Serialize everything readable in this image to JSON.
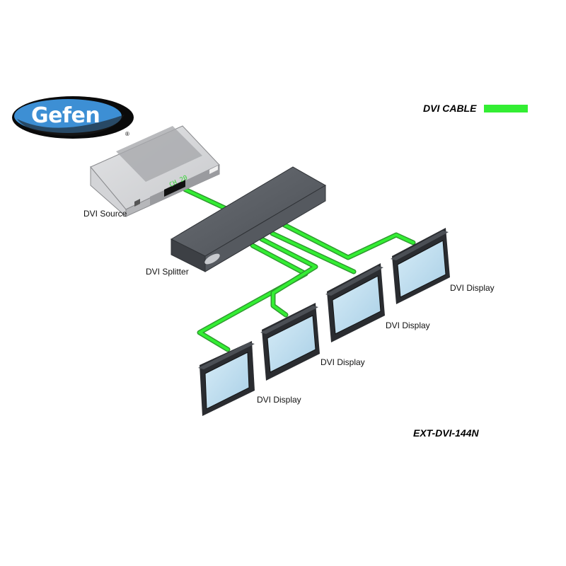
{
  "logo": {
    "text": "Gefen",
    "registered": "®"
  },
  "legend": {
    "label": "DVI CABLE",
    "color": "#33ee33"
  },
  "source": {
    "label": "DVI Source",
    "display_text": "CH 20"
  },
  "splitter": {
    "label": "DVI Splitter"
  },
  "displays": [
    {
      "label": "DVI Display"
    },
    {
      "label": "DVI Display"
    },
    {
      "label": "DVI Display"
    },
    {
      "label": "DVI Display"
    }
  ],
  "model": "EXT-DVI-144N",
  "colors": {
    "cable": "#33ee33",
    "cable_edge": "#2f9a2f",
    "device_dark": "#4a4d52",
    "logo_blue": "#3d8fd4"
  }
}
